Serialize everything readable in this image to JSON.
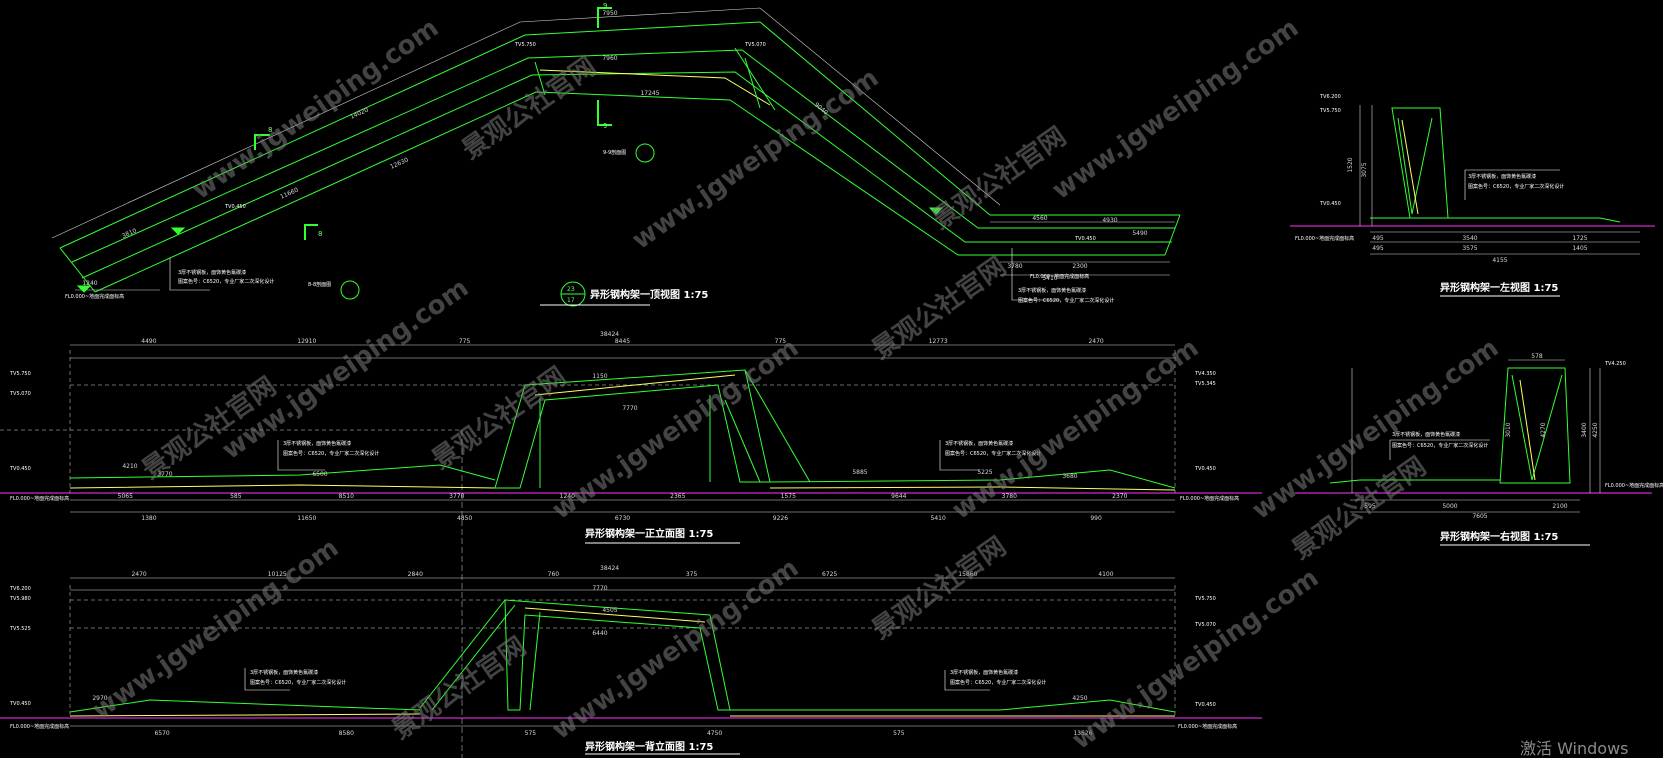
{
  "colors": {
    "background": "#000000",
    "structure": "#33ff33",
    "dimension": "#d8d8d8",
    "ground": "#ff33ff",
    "beam": "#ffff66",
    "text": "#ffffff"
  },
  "views": {
    "top": {
      "title": "异形钢构架一顶视图  1:75",
      "section_mark_top": "9",
      "section_mark_left": "8",
      "section_label": "9-9剖面图",
      "section_label2": "8-8剖面图",
      "badge_top": "23",
      "badge_bottom": "17"
    },
    "left": {
      "title": "异形钢构架一左视图  1:75"
    },
    "front": {
      "title": "异形钢构架一正立面图  1:75"
    },
    "right": {
      "title": "异形钢构架一右视图  1:75"
    },
    "back": {
      "title": "异形钢构架一背立面图  1:75"
    }
  },
  "notes": {
    "note_a_1": "3厚不锈钢板，面饰黄色氟碳漆",
    "note_a_2": "图案色号：C6520，专业厂家二次深化设计",
    "note_b_1": "3厚不锈钢板，面饰黄色氟碳漆",
    "note_b_2": "图案色号：C6520，专业厂家二次深化设计"
  },
  "levels": {
    "tv5750": "TV5.750",
    "tv5070": "TV5.070",
    "tv0450": "TV0.450",
    "tv4350": "TV4.350",
    "tv5345": "TV5.345",
    "tv6200": "TV6.200",
    "tv5980": "TV5.980",
    "tv5525": "TV5.525",
    "tv4250": "TV4.250",
    "fl": "FL0.000~地面完成面标高"
  },
  "dims": {
    "top_overall": "38424",
    "front_top": [
      "4490",
      "12910",
      "775",
      "8445",
      "775",
      "12773",
      "2470"
    ],
    "front_bottom1": [
      "5065",
      "585",
      "8510",
      "3770",
      "1240",
      "2365",
      "1575",
      "9644",
      "3780",
      "2370"
    ],
    "front_bottom2": [
      "1380",
      "11650",
      "4850",
      "6730",
      "9226",
      "5410",
      "990"
    ],
    "back_top": [
      "2470",
      "10125",
      "2840",
      "760",
      "375",
      "6725",
      "15860",
      "4100"
    ],
    "back_bottom": [
      "6570",
      "8580",
      "575",
      "4750",
      "575",
      "13526"
    ],
    "front_inner": [
      "4210",
      "3770",
      "6500",
      "1150",
      "7770",
      "5885",
      "5225",
      "3680"
    ],
    "back_inner": [
      "2970",
      "7770",
      "4505",
      "6440",
      "4250"
    ],
    "top_view": [
      "3810",
      "7950",
      "14020",
      "12630",
      "11660",
      "7960",
      "17245",
      "4560",
      "4930",
      "5490",
      "3780",
      "2300",
      "5410",
      "1240",
      "9040"
    ],
    "left_view": [
      "495",
      "3540",
      "1725",
      "495",
      "3575",
      "1405",
      "4155",
      "1520",
      "3075"
    ],
    "right_view": [
      "578",
      "595",
      "5000",
      "7605",
      "2100",
      "3010",
      "4270",
      "3400",
      "4250"
    ]
  },
  "watermark": {
    "url": "www.jgweiping.com",
    "cn": "景观公社官网"
  },
  "os_overlay": "激活 Windows"
}
